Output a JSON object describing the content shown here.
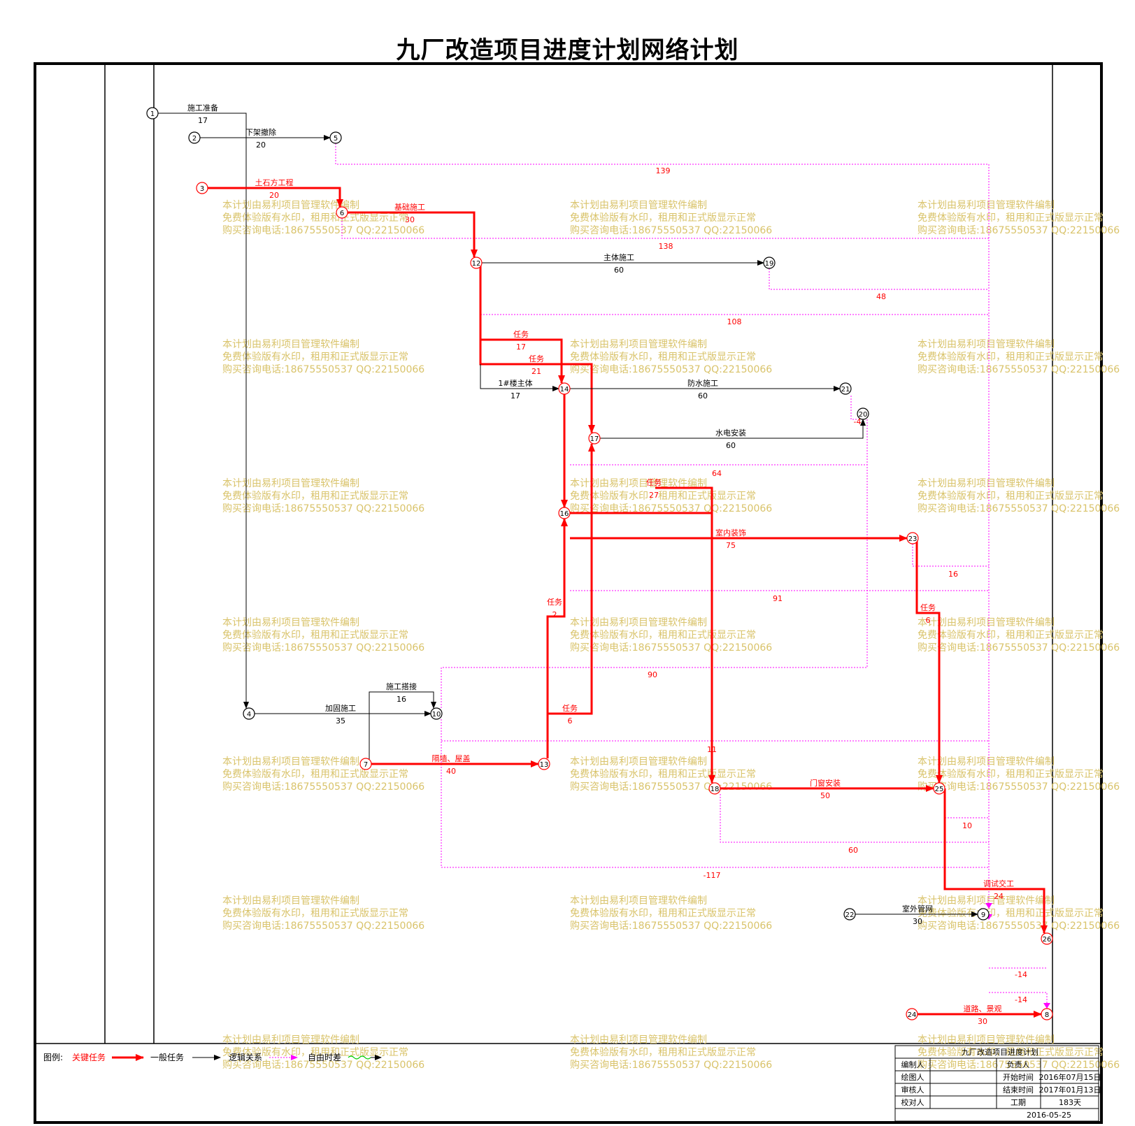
{
  "title": "九厂改造项目进度计划网络计划",
  "colors": {
    "critical": "#ff0000",
    "normal": "#000000",
    "logic": "#ff00ff",
    "float": "#00cc00",
    "watermark": "#d9c36a"
  },
  "nodes": [
    "1",
    "2",
    "3",
    "4",
    "5",
    "6",
    "7",
    "8",
    "9",
    "10",
    "12",
    "13",
    "14",
    "16",
    "17",
    "18",
    "19",
    "20",
    "21",
    "22",
    "23",
    "24",
    "25",
    "26"
  ],
  "activities": [
    {
      "name": "施工准备",
      "duration": "17",
      "critical": false
    },
    {
      "name": "下架撤除",
      "duration": "20",
      "critical": false
    },
    {
      "name": "土石方工程",
      "duration": "20",
      "critical": true
    },
    {
      "name": "基础施工",
      "duration": "30",
      "critical": true
    },
    {
      "name": "主体施工",
      "duration": "60",
      "critical": false
    },
    {
      "name": "任务",
      "duration": "17",
      "critical": true
    },
    {
      "name": "任务",
      "duration": "21",
      "critical": true
    },
    {
      "name": "1#楼主体",
      "duration": "17",
      "critical": false
    },
    {
      "name": "防水施工",
      "duration": "60",
      "critical": false
    },
    {
      "name": "水电安装",
      "duration": "60",
      "critical": false
    },
    {
      "name": "任务",
      "duration": "27",
      "critical": true
    },
    {
      "name": "室内装饰",
      "duration": "75",
      "critical": true
    },
    {
      "name": "任务",
      "duration": "6",
      "critical": true
    },
    {
      "name": "任务",
      "duration": "2",
      "critical": true
    },
    {
      "name": "施工搭接",
      "duration": "16",
      "critical": false
    },
    {
      "name": "加固施工",
      "duration": "35",
      "critical": false
    },
    {
      "name": "任务",
      "duration": "6",
      "critical": true
    },
    {
      "name": "隔墙、屋盖",
      "duration": "40",
      "critical": true
    },
    {
      "name": "门窗安装",
      "duration": "50",
      "critical": true
    },
    {
      "name": "调试交工",
      "duration": "24",
      "critical": true
    },
    {
      "name": "室外管网",
      "duration": "30",
      "critical": false
    },
    {
      "name": "道路、景观",
      "duration": "30",
      "critical": true
    }
  ],
  "floats": [
    "139",
    "138",
    "48",
    "108",
    "-4",
    "64",
    "16",
    "91",
    "90",
    "11",
    "10",
    "60",
    "-117",
    "-14",
    "-14"
  ],
  "watermark": {
    "line1": "本计划由易利项目管理软件编制",
    "line2": "免费体验版有水印，租用和正式版显示正常",
    "line3": "购买咨询电话:18675550537 QQ:22150066"
  },
  "legend": {
    "label": "图例:",
    "items": [
      "关键任务",
      "一般任务",
      "逻辑关系",
      "自由时差"
    ]
  },
  "titleblock": {
    "project": "九厂改造项目进度计划",
    "compiler_label": "编制人",
    "drawer_label": "绘图人",
    "reviewer_label": "审核人",
    "checker_label": "校对人",
    "owner_label": "负责人",
    "start_label": "开始时间",
    "start_value": "2016年07月15日",
    "end_label": "结束时间",
    "end_value": "2017年01月13日",
    "duration_label": "工期",
    "duration_value": "183天",
    "date": "2016-05-25"
  }
}
